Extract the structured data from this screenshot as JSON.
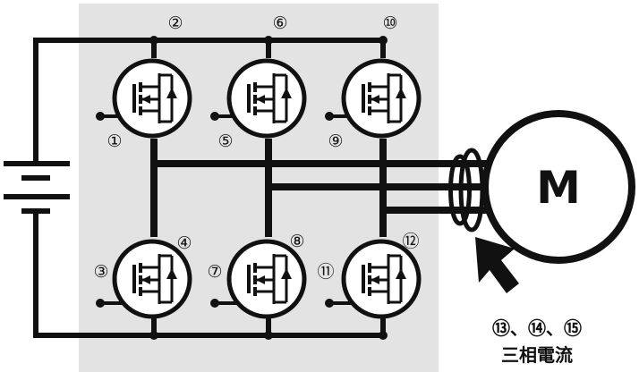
{
  "labels": {
    "n1": "①",
    "n2": "②",
    "n3": "③",
    "n4": "④",
    "n5": "⑤",
    "n6": "⑥",
    "n7": "⑦",
    "n8": "⑧",
    "n9": "⑨",
    "n10": "⑩",
    "n11": "⑪",
    "n12": "⑫"
  },
  "motor": {
    "label": "M"
  },
  "sensor_caption": {
    "line1": "⑬、⑭、⑮",
    "line2": "三相電流"
  },
  "colors": {
    "panel": "#e3e3e3",
    "wire": "#111111",
    "background": "#ffffff"
  },
  "icons": [
    "battery-icon",
    "mosfet-icon",
    "motor-icon",
    "current-sensor-icon",
    "arrow-icon"
  ]
}
